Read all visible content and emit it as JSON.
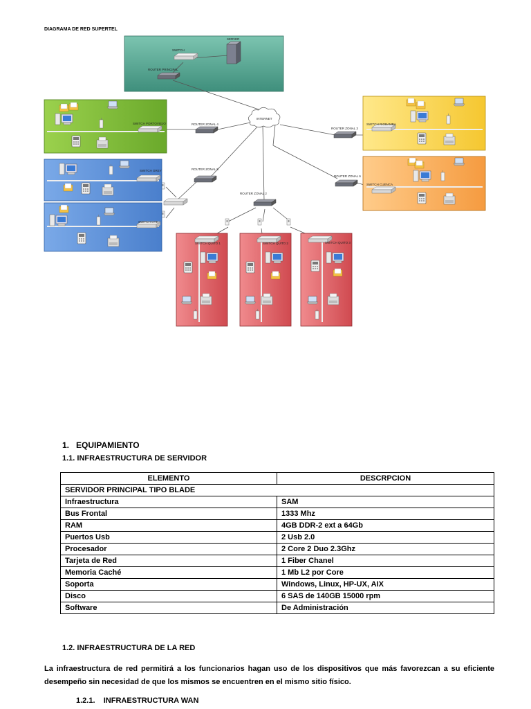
{
  "diagram": {
    "title": "DIAGRAMA DE RED SUPERTEL",
    "labels": {
      "switch": "SWITCH",
      "server": "SERVER",
      "router_principal": "ROUTER PRINCIPAL",
      "internet": "INTERNET",
      "switch_portoviejo": "SWITCH PORTOVIEJO",
      "router_zonal_4": "ROUTER ZONAL 4",
      "router_zonal_3": "ROUTER ZONAL 3",
      "switch_riobamba": "SWITCH RIOBAMBA",
      "switch_grey": "SWITCH GREY",
      "router_zonal_5": "ROUTER ZONAL 5",
      "router_zonal_6": "ROUTER ZONAL 6",
      "switch_cuenca": "SWITCH CUENCA",
      "router_zonal_2": "ROUTER ZONAL 2",
      "switch_gye": "SWITCH GYE",
      "switch_quito_1": "SWITCH QUITO 1",
      "switch_quito_2": "SWITCH QUITO 2",
      "switch_quito_3": "SWITCH QUITO 3"
    }
  },
  "section1": {
    "heading": "1.   EQUIPAMIENTO"
  },
  "section1_1": {
    "heading": "1.1. INFRAESTRUCTURA DE SERVIDOR"
  },
  "table": {
    "headers": [
      "ELEMENTO",
      "DESCRPCION"
    ],
    "group": "SERVIDOR PRINCIPAL TIPO BLADE",
    "rows": [
      [
        "Infraestructura",
        "SAM"
      ],
      [
        "Bus Frontal",
        "1333 Mhz"
      ],
      [
        "RAM",
        "4GB DDR-2 ext a 64Gb"
      ],
      [
        "Puertos Usb",
        "2 Usb 2.0"
      ],
      [
        "Procesador",
        "2 Core 2 Duo 2.3Ghz"
      ],
      [
        "Tarjeta de Red",
        "1 Fiber Chanel"
      ],
      [
        "Memoria Caché",
        "1 Mb L2 por Core"
      ],
      [
        "Soporta",
        "Windows, Linux, HP-UX, AIX"
      ],
      [
        "Disco",
        "6 SAS de 140GB 15000 rpm"
      ],
      [
        "Software",
        "De Administración"
      ]
    ]
  },
  "section1_2": {
    "heading": "1.2. INFRAESTRUCTURA DE LA RED",
    "paragraph": "La infraestructura de red permitirá a los funcionarios hagan uso de los dispositivos que más favorezcan a su eficiente desempeño sin necesidad de que los mismos se encuentren en el mismo sitio físico."
  },
  "section1_2_1": {
    "heading": "1.2.1.    INFRAESTRUCTURA WAN"
  },
  "colors": {
    "server_zone": "#5fae9c",
    "green_zone": "#8cc63f",
    "blue_zone": "#5b8fd6",
    "yellow_zone": "#ffd84d",
    "orange_zone": "#ffb060",
    "red_zone": "#e2676b"
  }
}
